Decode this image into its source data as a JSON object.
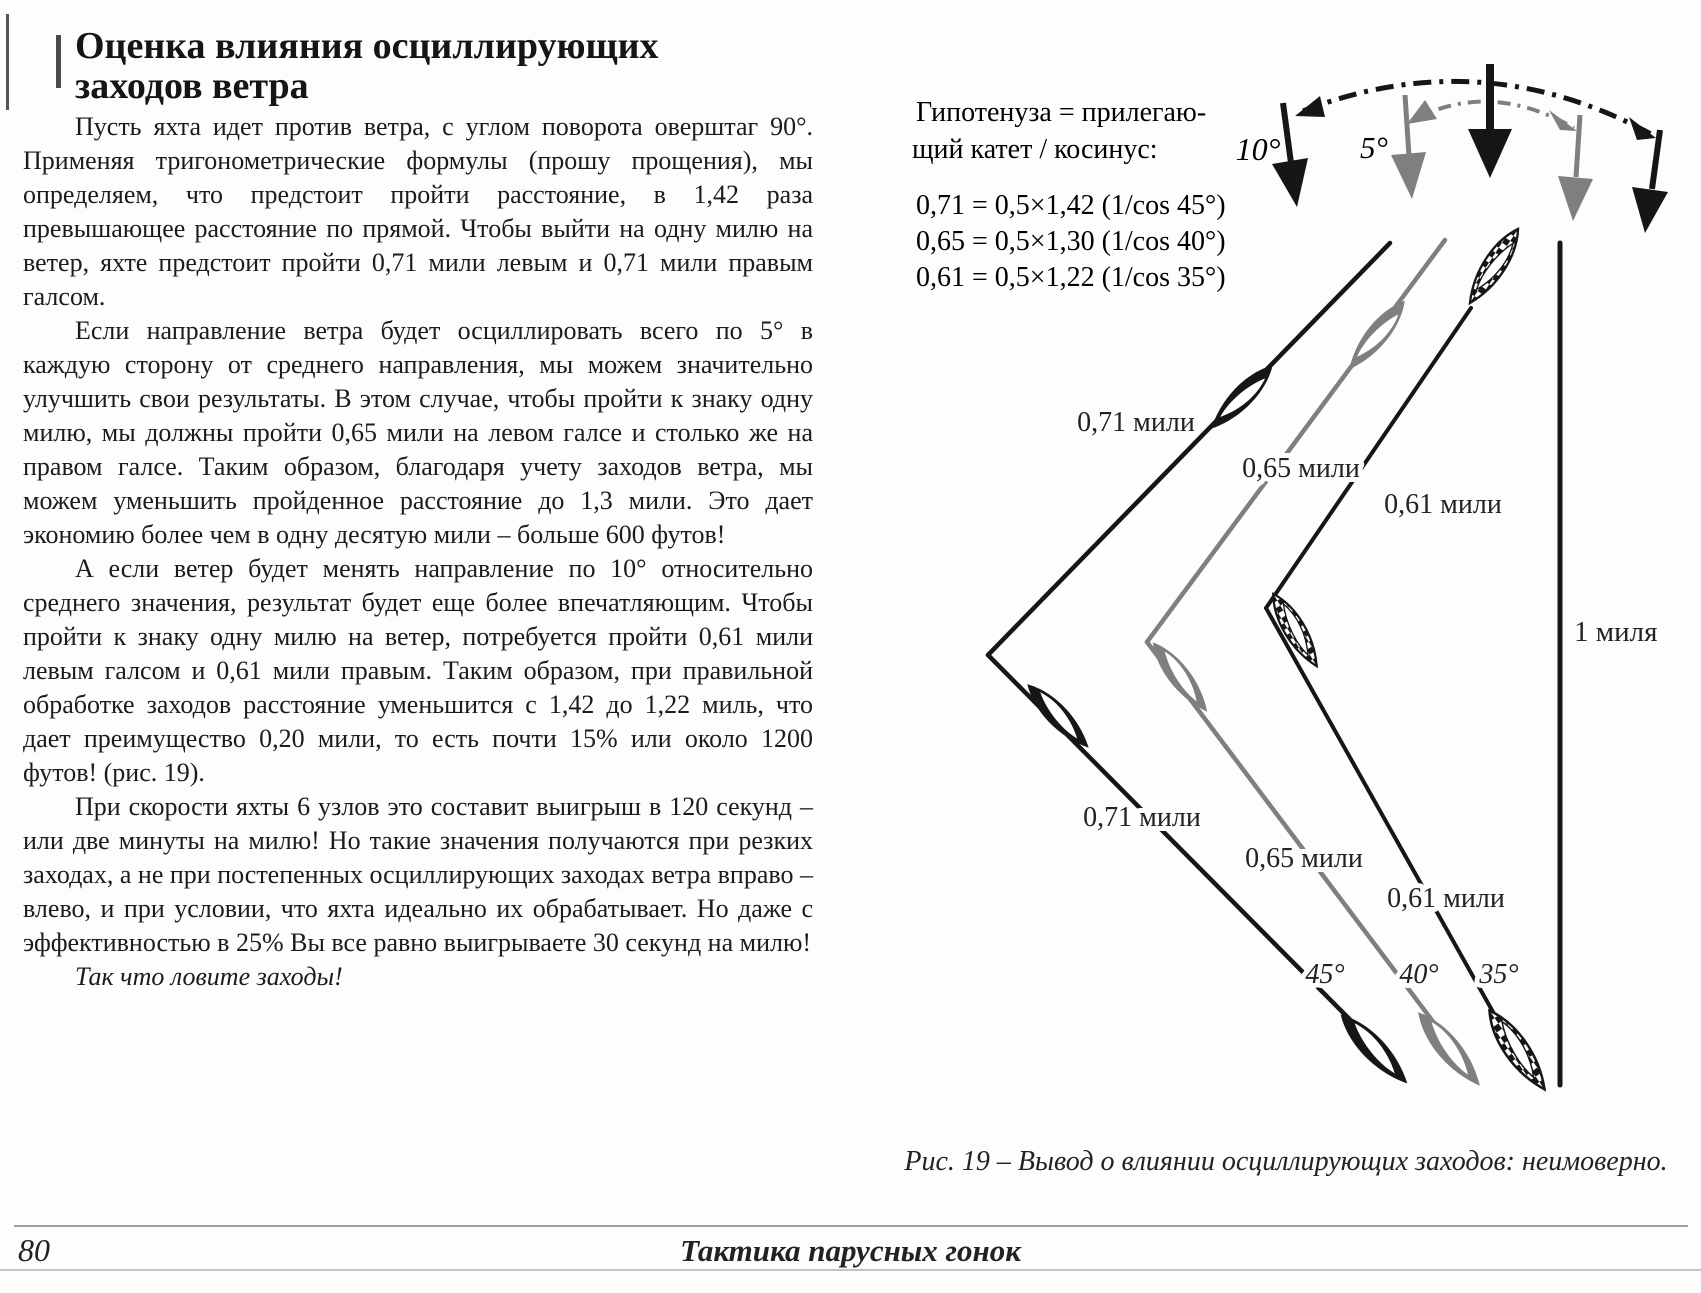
{
  "page": {
    "number": "80",
    "running_title": "Тактика парусных гонок"
  },
  "article": {
    "title": "Оценка влияния осциллирующих заходов ветра",
    "paragraphs": [
      "Пусть яхта идет против ветра, с углом поворота оверштаг 90°. Применяя тригонометрические формулы (прошу прощения), мы определяем, что предстоит пройти расстояние, в 1,42 раза превышающее расстояние по прямой. Чтобы выйти на одну милю на ветер, яхте предстоит пройти 0,71 мили левым и 0,71 мили правым галсом.",
      "Если направление ветра будет осциллировать всего по 5° в каждую сторону от среднего направления, мы можем значительно улучшить свои результаты. В этом случае, чтобы пройти к знаку одну милю, мы должны пройти 0,65 мили на левом галсе и столько же на правом галсе. Таким образом, благодаря учету заходов ветра, мы можем уменьшить пройденное расстояние до 1,3 мили. Это дает экономию более чем в одну десятую мили – больше 600 футов!",
      "А если ветер будет менять направление по 10° относительно среднего значения, результат будет еще более впечатляющим. Чтобы пройти к знаку одну милю на ветер, потребуется пройти 0,61 мили левым галсом и 0,61 мили правым. Таким образом, при правильной обработке заходов расстояние уменьшится с 1,42 до 1,22 миль, что дает преимущество 0,20 мили, то есть почти 15% или около 1200 футов! (рис. 19).",
      "При скорости яхты 6 узлов это составит выигрыш в 120 секунд – или две минуты на милю! Но такие значения получаются при резких заходах, а не при постепенных осциллирующих заходах ветра вправо – влево, и при условии, что яхта идеально их обрабатывает. Но даже с эффективностью в 25% Вы все равно выигрываете 30 секунд на милю!"
    ],
    "closing": "Так что ловите заходы!"
  },
  "figure": {
    "hypotenuse_note_line1": "Гипотенуза = прилегаю-",
    "hypotenuse_note_line2": "щий катет / косинус:",
    "formulas": [
      "0,71 = 0,5×1,42 (1/cos 45°)",
      "0,65 = 0,5×1,30 (1/cos 40°)",
      "0,61 = 0,5×1,22 (1/cos 35°)"
    ],
    "wind_angle_outer": "10°",
    "wind_angle_inner": "5°",
    "upper_leg_labels": [
      "0,71 мили",
      "0,65 мили",
      "0,61 мили"
    ],
    "lower_leg_labels": [
      "0,71 мили",
      "0,65 мили",
      "0,61 мили"
    ],
    "tack_angles": [
      "45°",
      "40°",
      "35°"
    ],
    "rhumb_line_label": "1 миля",
    "caption": "Рис. 19 – Вывод о влиянии осциллирующих заходов: неимоверно.",
    "colors": {
      "ink": "#1c1c1c",
      "gray": "#7f7f7f"
    }
  }
}
